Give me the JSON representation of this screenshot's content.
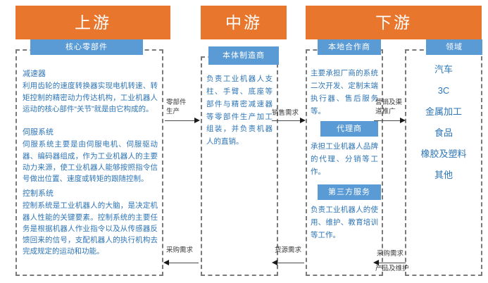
{
  "colors": {
    "orange": "#E8762C",
    "blue": "#5B9BD5",
    "text_blue": "#2E75B6",
    "dash_gray": "#7a7a7a"
  },
  "stages": {
    "upstream": {
      "header": "上游",
      "chip": "核心零部件",
      "blocks": [
        {
          "title": "减速器",
          "body": "利用齿轮的速度转换器实现电机转速、转矩控制的精密动力传达机构，工业机器人运动的核心部件“关节”就是由它构成的。"
        },
        {
          "title": "伺服系统",
          "body": "伺服系统主要是由伺服电机、伺服驱动器、编码器组成，作为工业机器人的主要动力来源，使工业机器人能够按照指令信号做出位置、速度或转矩的跟随控制。"
        },
        {
          "title": "控制系统",
          "body": "控制系统是工业机器人的大脑，是决定机器人性能的关键要素。控制系统的主要任务是根据机器人作业指令以及从传感器反馈回来的信号，支配机器人的执行机构去完成规定的运动和功能。"
        }
      ]
    },
    "midstream": {
      "header": "中游",
      "chip": "本体制造商",
      "body": "负责工业机器人支柱、手臂、底座等部件与精密减速器等零部件生产加工组装，并负责机器人的直销。"
    },
    "downstream": {
      "header": "下游",
      "groups": [
        {
          "chip": "本地合作商",
          "body": "主要承担厂商的系统二次开发、定制末端执行器、售后服务等。"
        },
        {
          "chip": "代理商",
          "body": "承担工业机器人品牌的代理、分销等工作。"
        },
        {
          "chip": "第三方服务",
          "body": "负责工业机器人的使用、维护、教育培训等工作。"
        }
      ]
    },
    "fields": {
      "chip": "领域",
      "items": [
        "汽车",
        "3C",
        "金属加工",
        "食品",
        "橡胶及塑料",
        "其他"
      ]
    }
  },
  "connectors": [
    {
      "label": "零部件\n生产",
      "direction": "right"
    },
    {
      "label": "采购需求",
      "direction": "left"
    },
    {
      "label": "销售需求",
      "direction": "right"
    },
    {
      "label": "货源需求",
      "direction": "left"
    },
    {
      "label": "营销及渠\n道推广",
      "direction": "right"
    },
    {
      "label": "采购需求",
      "direction": "left"
    },
    {
      "label": "产品及维护",
      "direction": "left"
    }
  ]
}
